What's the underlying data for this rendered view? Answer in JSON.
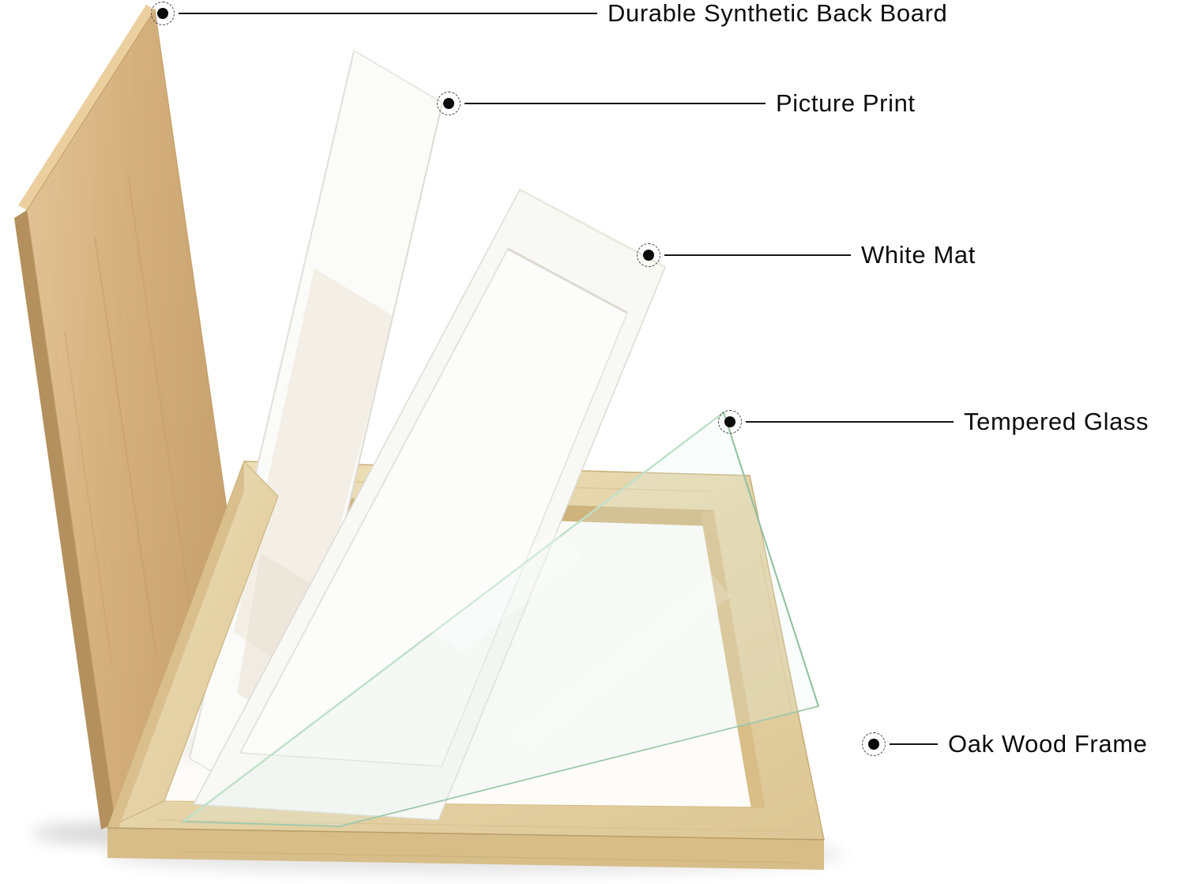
{
  "page": {
    "background": "#ffffff",
    "description_type": "exploded-view product diagram of a picture frame"
  },
  "callouts": [
    {
      "id": "back-board",
      "label": "Durable Synthetic Back Board"
    },
    {
      "id": "picture-print",
      "label": "Picture Print"
    },
    {
      "id": "white-mat",
      "label": "White Mat"
    },
    {
      "id": "tempered-glass",
      "label": "Tempered Glass"
    },
    {
      "id": "oak-wood-frame",
      "label": "Oak Wood Frame"
    }
  ],
  "colors": {
    "label_text": "#0d0d0d",
    "leader_line": "#161616",
    "callout_dot": "#0a0a0a",
    "callout_ring_dash": "#4a4a4a",
    "backboard_wood": "#d4b07c",
    "oak_frame_top": "#e9dbb4",
    "oak_frame_front": "#d7bd88",
    "glass_edge_green": "#9fc8ab",
    "mat_white": "#f8f8f5",
    "print_white": "#fbfbf9",
    "frame_interior": "#fdfcf9"
  }
}
